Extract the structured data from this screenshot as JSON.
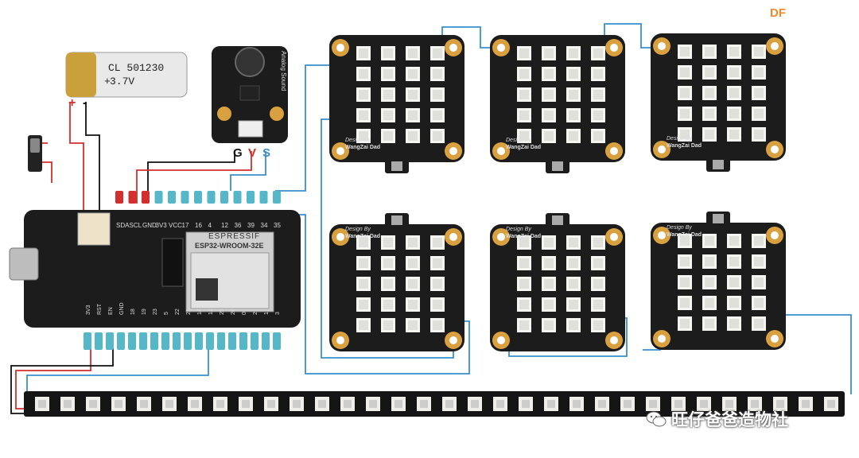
{
  "brand": {
    "logo_text": "DF",
    "color": "#f08a2c"
  },
  "watermark": {
    "text": "旺仔爸爸造物社",
    "icon": "wechat-icon"
  },
  "battery": {
    "model": "CL  501230",
    "voltage": "3.7V",
    "plus": "+",
    "minus": "-"
  },
  "sound_sensor": {
    "title": "Analog Sound",
    "pins": [
      "G",
      "V",
      "S"
    ]
  },
  "esp32": {
    "module": "ESP32-WROOM-32E",
    "maker": "ESPRESSIF",
    "pins_top": [
      "17",
      "16",
      "4",
      "12",
      "36",
      "39",
      "34",
      "35"
    ],
    "pins_top_left": [
      "SDA",
      "SCL",
      "GND",
      "3V3",
      "VCC"
    ],
    "pins_bottom": [
      "3V3",
      "RST",
      "EN",
      "GND",
      "18",
      "19",
      "23",
      "5",
      "22",
      "21",
      "14",
      "13",
      "25",
      "26",
      "0",
      "2",
      "1",
      "3"
    ]
  },
  "matrix": {
    "credit_line1": "Design By",
    "credit_line2": "WangZai Dad",
    "rows": 5,
    "cols": 4
  },
  "colors": {
    "wire_blue": "#3a8fd1",
    "wire_red": "#d32f2f",
    "wire_black": "#111111",
    "pcb": "#1c1c1c",
    "led": "#f4f4f0",
    "pad": "#d9a040"
  }
}
